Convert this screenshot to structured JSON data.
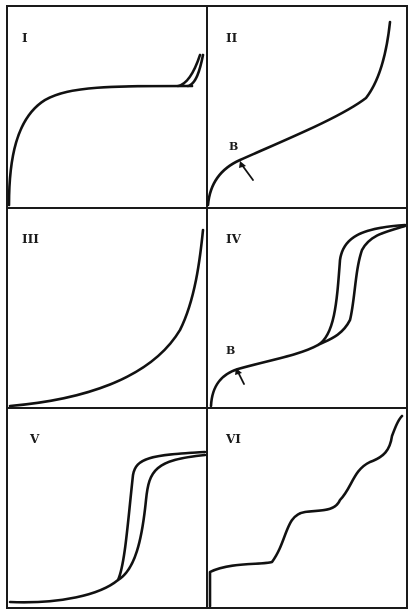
{
  "figure": {
    "colors": {
      "ink": "#111111",
      "background": "#ffffff"
    },
    "panels": [
      {
        "id": "I",
        "label": "I"
      },
      {
        "id": "II",
        "label": "II",
        "point_label": "B"
      },
      {
        "id": "III",
        "label": "III"
      },
      {
        "id": "IV",
        "label": "IV",
        "point_label": "B"
      },
      {
        "id": "V",
        "label": "V"
      },
      {
        "id": "VI",
        "label": "VI"
      }
    ]
  }
}
